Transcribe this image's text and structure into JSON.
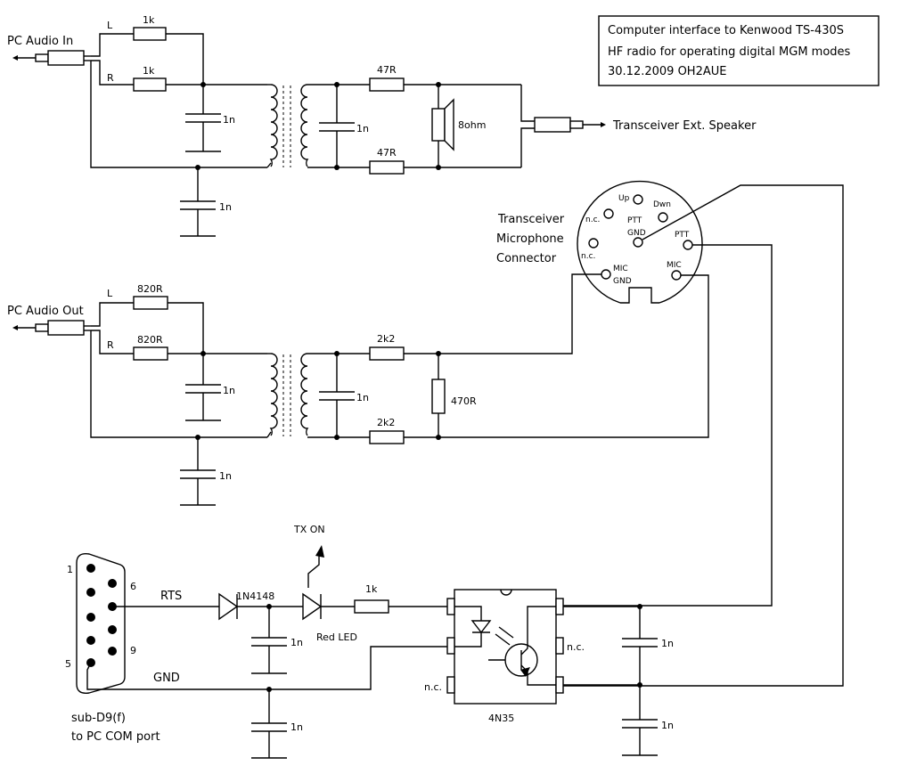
{
  "title_lines": [
    "Computer interface to Kenwood TS-430S",
    "HF radio for operating digital MGM modes",
    "30.12.2009 OH2AUE"
  ],
  "labels": {
    "pc_audio_in": "PC Audio In",
    "pc_audio_out": "PC Audio Out",
    "ch_l": "L",
    "ch_r": "R",
    "transceiver_speaker": "Transceiver Ext. Speaker",
    "mic_connector": [
      "Transceiver",
      "Microphone",
      "Connector"
    ],
    "rts": "RTS",
    "gnd": "GND",
    "tx_on": "TX ON",
    "red_led": "Red LED",
    "diode": "1N4148",
    "optocoupler": "4N35",
    "dsub": [
      "sub-D9(f)",
      "to PC COM port"
    ],
    "nc": "n.c."
  },
  "components": {
    "r_in_l": "1k",
    "r_in_r": "1k",
    "c_in_1": "1n",
    "c_in_2": "1n",
    "c_in_sec": "1n",
    "r_47_top": "47R",
    "r_47_bot": "47R",
    "r_8ohm": "8ohm",
    "r_out_l": "820R",
    "r_out_r": "820R",
    "c_out_1": "1n",
    "c_out_2": "1n",
    "c_out_sec": "1n",
    "r_2k2_top": "2k2",
    "r_2k2_bot": "2k2",
    "r_470": "470R",
    "r_led": "1k",
    "c_rts": "1n",
    "c_gnd": "1n",
    "c_ptt_1": "1n",
    "c_ptt_2": "1n"
  },
  "dsub_pins": {
    "p1": "1",
    "p5": "5",
    "p6": "6",
    "p9": "9"
  },
  "mic_pins": {
    "up": "Up",
    "dwn": "Dwn",
    "nc1": "n.c.",
    "nc2": "n.c.",
    "ptt_gnd_1": "PTT",
    "ptt_gnd_2": "GND",
    "ptt": "PTT",
    "mic_gnd_1": "MIC",
    "mic_gnd_2": "GND",
    "mic": "MIC"
  }
}
